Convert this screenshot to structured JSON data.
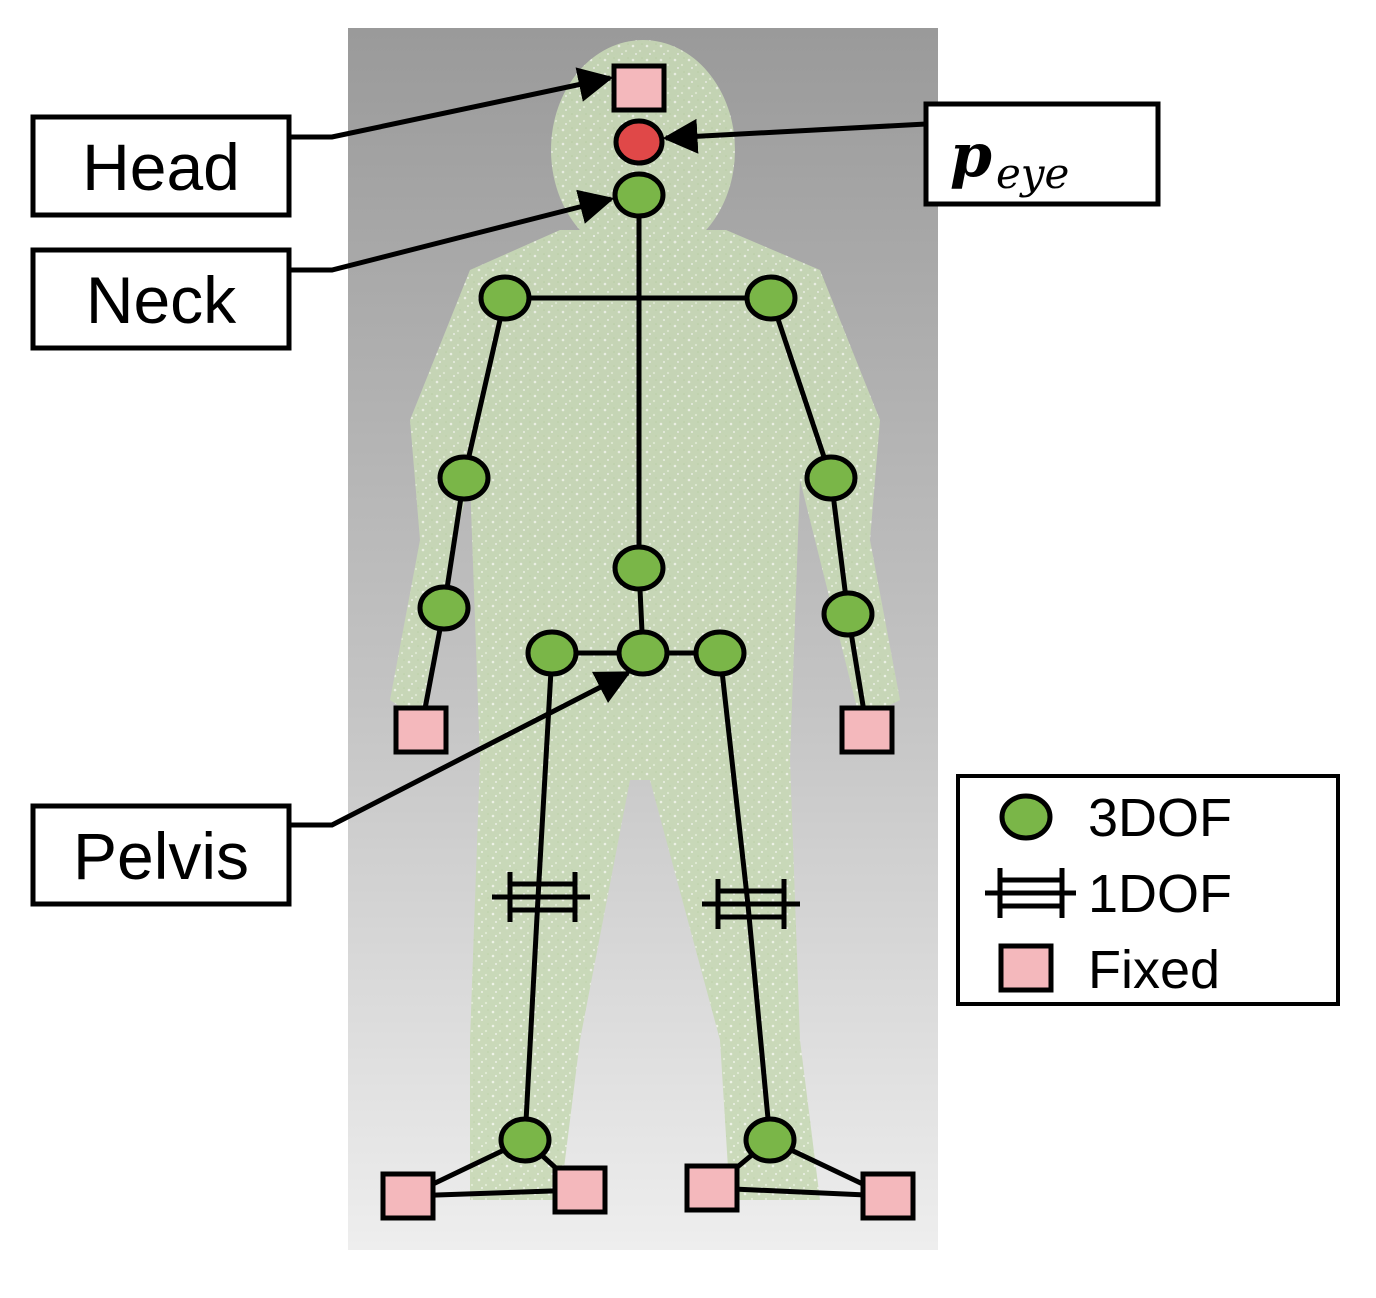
{
  "labels": {
    "head": "Head",
    "neck": "Neck",
    "pelvis": "Pelvis",
    "eye_symbol": "p",
    "eye_subscript": "eye"
  },
  "legend": {
    "three_dof": "3DOF",
    "one_dof": "1DOF",
    "fixed": "Fixed"
  },
  "colors": {
    "joint_3dof": "#7ab648",
    "joint_eye": "#e04848",
    "joint_fixed": "#f4b8bc",
    "bone": "#000000",
    "body_tint": "#cfe0bf"
  }
}
